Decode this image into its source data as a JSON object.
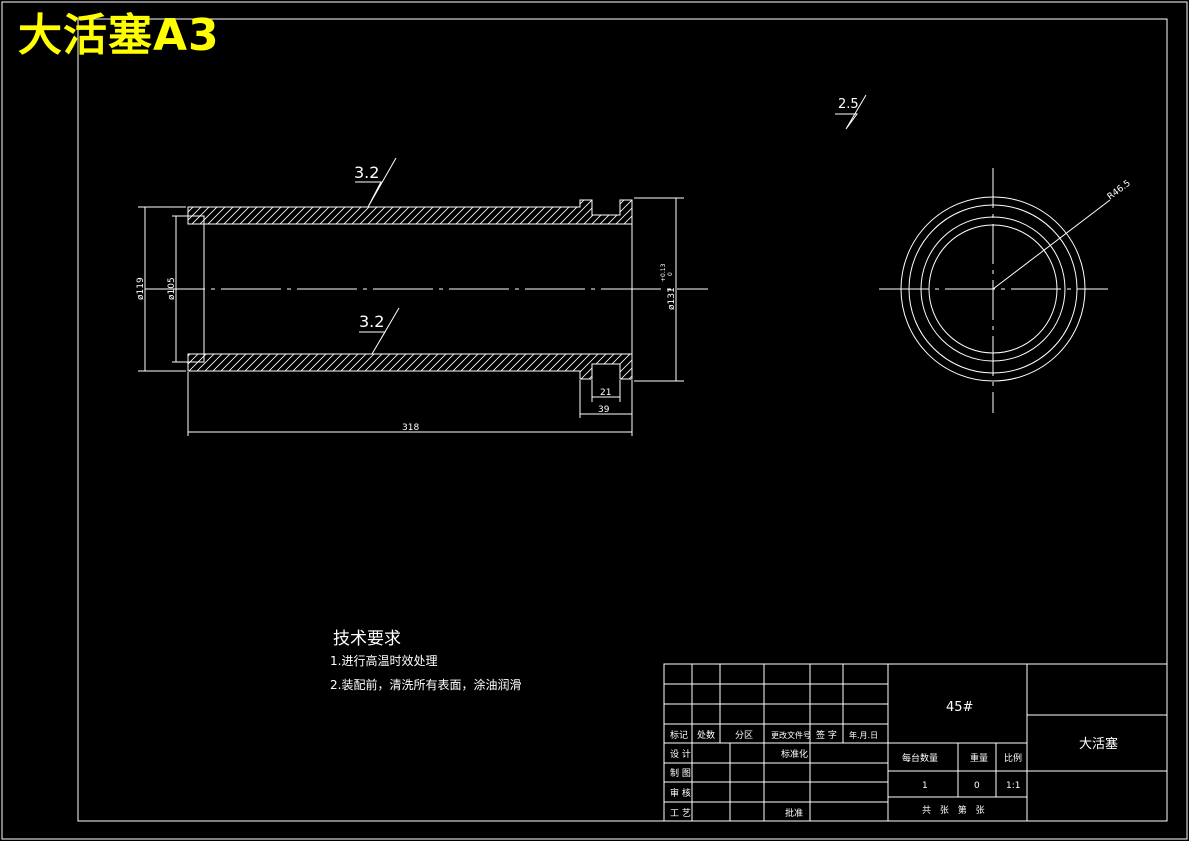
{
  "title": "大活塞A3",
  "colors": {
    "background": "#000000",
    "lines": "#ffffff",
    "title": "#ffff00"
  },
  "section_view": {
    "roughness_top": "3.2",
    "roughness_bottom": "3.2",
    "dim_outer_diameter": "ø119",
    "dim_bore_diameter": "ø105",
    "dim_flange_diameter": "ø131",
    "dim_flange_tolerance_upper": "+0.13",
    "dim_flange_tolerance_lower": "0",
    "dim_groove_width": "21",
    "dim_groove_offset": "39",
    "dim_total_length": "318"
  },
  "end_view": {
    "roughness": "2.5",
    "dim_radius": "R46.5"
  },
  "technical_requirements": {
    "heading": "技术要求",
    "item_1": "1.进行高温时效处理",
    "item_2": "2.装配前，清洗所有表面，涂油润滑"
  },
  "title_block": {
    "material": "45#",
    "part_name": "大活塞",
    "rev_headers": [
      "标记",
      "处数",
      "分区",
      "更改文件号",
      "签 字",
      "年.月.日"
    ],
    "row_design": "设 计",
    "row_standardize": "标准化",
    "row_drafting": "制 图",
    "row_check": "审 核",
    "row_process": "工 艺",
    "row_approve": "批准",
    "weight_label": "每台数量",
    "mass_label": "重量",
    "scale_label": "比例",
    "weight_value": "1",
    "mass_value": "0",
    "scale_value": "1:1",
    "sheet_info": "共 张 第 张"
  }
}
